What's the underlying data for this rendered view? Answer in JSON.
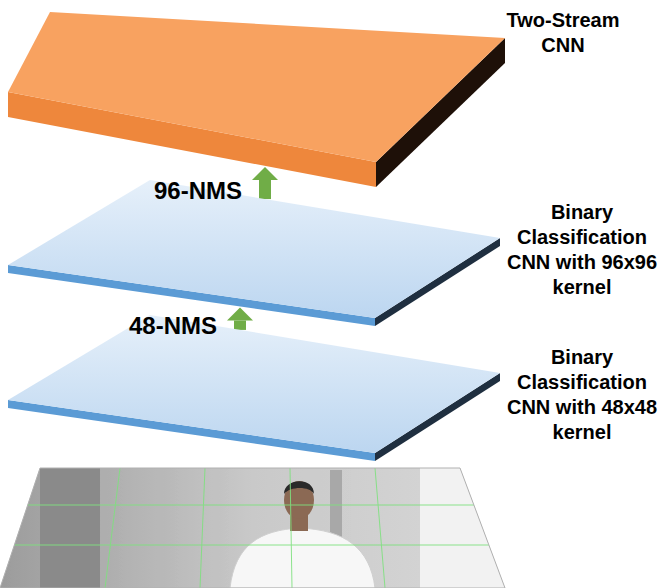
{
  "diagram": {
    "nodes": [
      {
        "text": [
          "Two-Stream CNN"
        ]
      },
      {
        "text": [
          "Binary Classification CNN with 96x96 kernel"
        ]
      },
      {
        "text": [
          "Binary Classification CNN with 48x48 kernel"
        ]
      }
    ],
    "edges": [
      {
        "from": 2,
        "to": 1,
        "label": "48-NMS",
        "arrow": "to"
      },
      {
        "from": 1,
        "to": 0,
        "label": "96-NMS",
        "arrow": "to"
      }
    ]
  }
}
